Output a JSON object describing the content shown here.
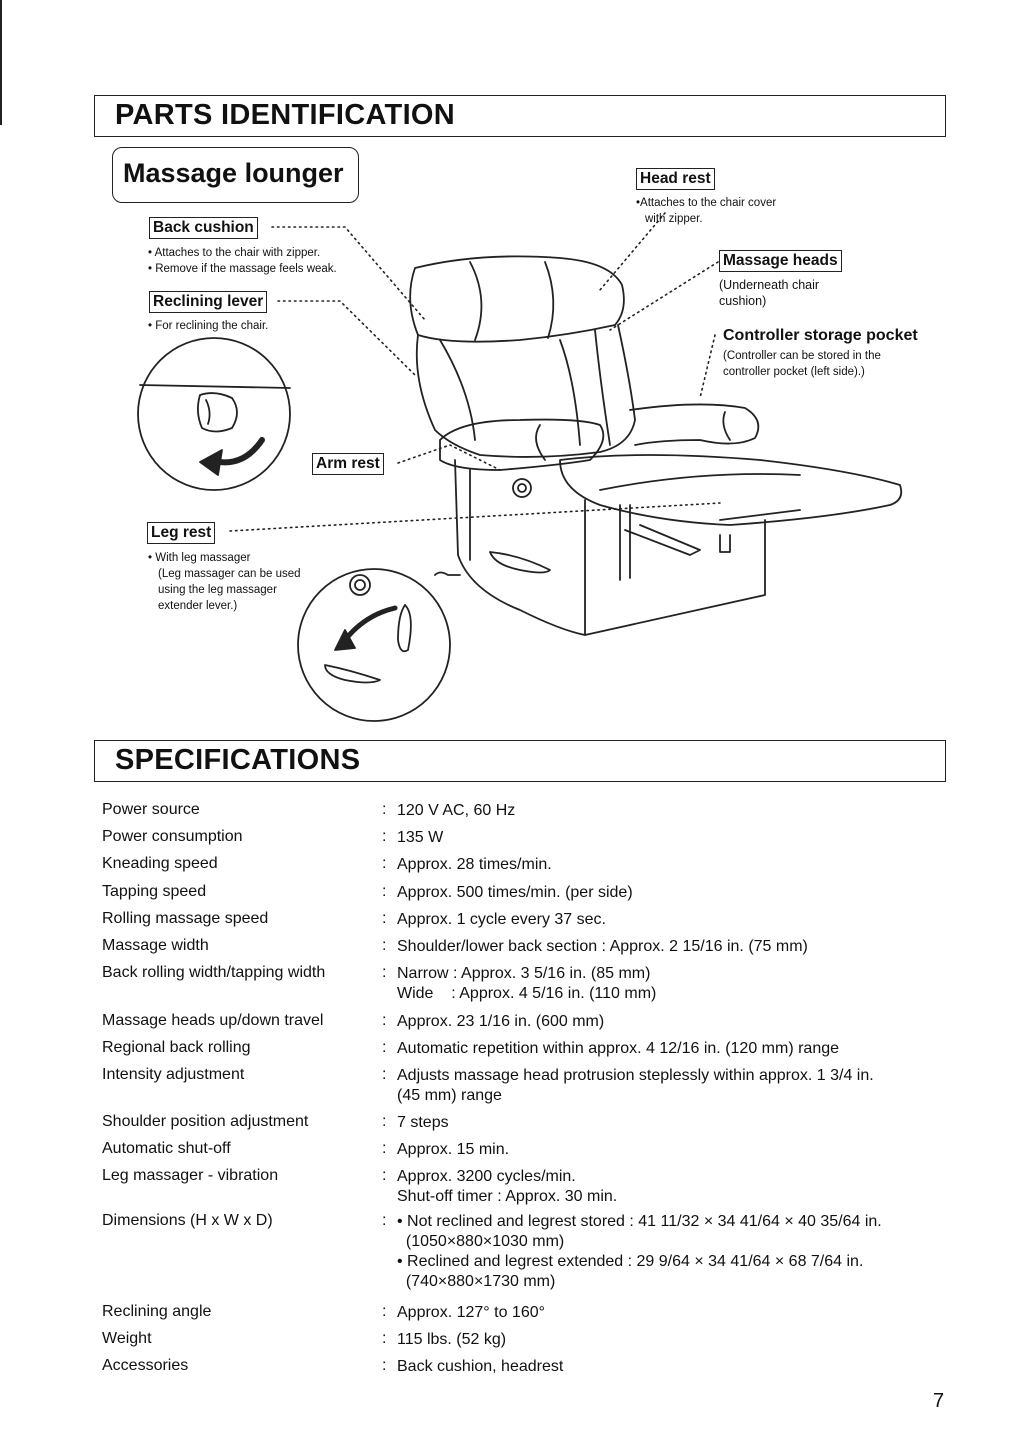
{
  "parts": {
    "title": "PARTS IDENTIFICATION",
    "subtitle": "Massage lounger",
    "back_cushion": {
      "label": "Back cushion",
      "notes": [
        "• Attaches to the chair with zipper.",
        "• Remove if the massage feels weak."
      ]
    },
    "reclining_lever": {
      "label": "Reclining lever",
      "note": "• For reclining the chair."
    },
    "arm_rest": {
      "label": "Arm rest"
    },
    "leg_rest": {
      "label": "Leg rest",
      "notes": [
        "• With leg massager",
        "(Leg massager can be used",
        "using the leg massager",
        "extender lever.)"
      ]
    },
    "head_rest": {
      "label": "Head rest",
      "notes": [
        "•Attaches to the chair cover",
        "with zipper."
      ]
    },
    "massage_heads": {
      "label": "Massage heads",
      "notes": [
        "(Underneath chair",
        "cushion)"
      ]
    },
    "controller_pocket": {
      "label": "Controller storage pocket",
      "notes": [
        "(Controller can be stored in the",
        "controller pocket (left side).)"
      ]
    }
  },
  "specs": {
    "title": "SPECIFICATIONS",
    "colon": ":",
    "rows": [
      {
        "label": "Power source",
        "lines": [
          "120 V AC, 60 Hz"
        ]
      },
      {
        "label": "Power consumption",
        "lines": [
          "135 W"
        ]
      },
      {
        "label": "Kneading speed",
        "lines": [
          "Approx. 28 times/min."
        ]
      },
      {
        "label": "Tapping speed",
        "lines": [
          "Approx. 500 times/min. (per side)"
        ]
      },
      {
        "label": "Rolling massage speed",
        "lines": [
          "Approx. 1 cycle every 37 sec."
        ]
      },
      {
        "label": "Massage width",
        "lines": [
          "Shoulder/lower back section : Approx. 2 15/16 in. (75 mm)"
        ]
      },
      {
        "label": "Back rolling width/tapping width",
        "lines": [
          "Narrow : Approx. 3 5/16 in. (85 mm)",
          "Wide    : Approx. 4 5/16 in. (110 mm)"
        ]
      },
      {
        "label": "Massage heads up/down travel",
        "lines": [
          "Approx. 23 1/16 in. (600 mm)"
        ]
      },
      {
        "label": "Regional back rolling",
        "lines": [
          "Automatic repetition within approx. 4 12/16 in. (120 mm) range"
        ]
      },
      {
        "label": "Intensity adjustment",
        "lines": [
          "Adjusts massage head protrusion steplessly within approx. 1 3/4 in.",
          "(45 mm) range"
        ]
      },
      {
        "label": "Shoulder position adjustment",
        "lines": [
          "7 steps"
        ]
      },
      {
        "label": "Automatic shut-off",
        "lines": [
          "Approx. 15 min."
        ]
      },
      {
        "label": "Leg massager - vibration",
        "lines": [
          "Approx. 3200 cycles/min.",
          "Shut-off timer : Approx. 30 min."
        ]
      },
      {
        "label": "Dimensions (H x W x D)",
        "lines": [
          "• Not reclined and legrest stored : 41 11/32 × 34 41/64 × 40 35/64 in.",
          "  (1050×880×1030 mm)",
          "• Reclined and legrest extended : 29 9/64 × 34 41/64 × 68 7/64 in.",
          "  (740×880×1730 mm)"
        ]
      },
      {
        "label": "Reclining angle",
        "lines": [
          "Approx. 127° to 160°"
        ]
      },
      {
        "label": "Weight",
        "lines": [
          "115 lbs. (52 kg)"
        ]
      },
      {
        "label": "Accessories",
        "lines": [
          "Back cushion, headrest"
        ]
      }
    ]
  },
  "page_number": "7"
}
